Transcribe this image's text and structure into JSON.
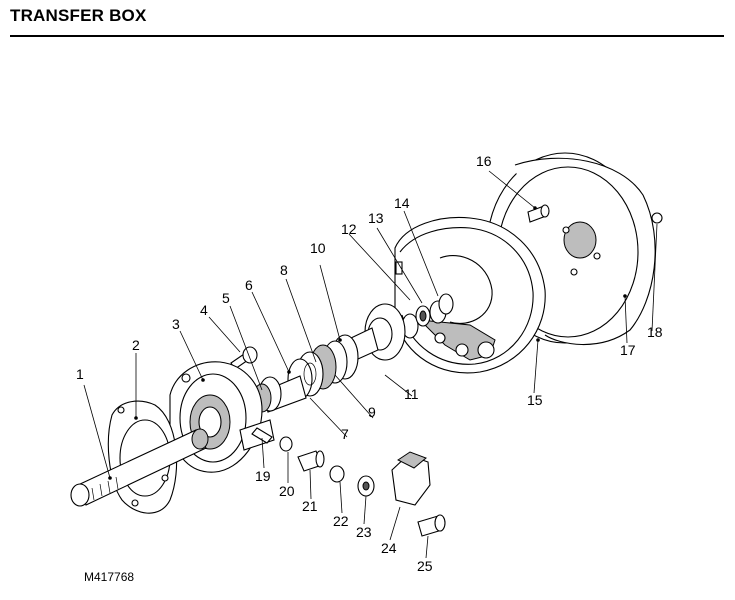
{
  "header": {
    "title": "TRANSFER BOX"
  },
  "figure_code": "M417768",
  "callouts": [
    "1",
    "2",
    "3",
    "4",
    "5",
    "6",
    "7",
    "8",
    "9",
    "10",
    "11",
    "12",
    "13",
    "14",
    "15",
    "16",
    "17",
    "18",
    "19",
    "20",
    "21",
    "22",
    "23",
    "24",
    "25"
  ]
}
